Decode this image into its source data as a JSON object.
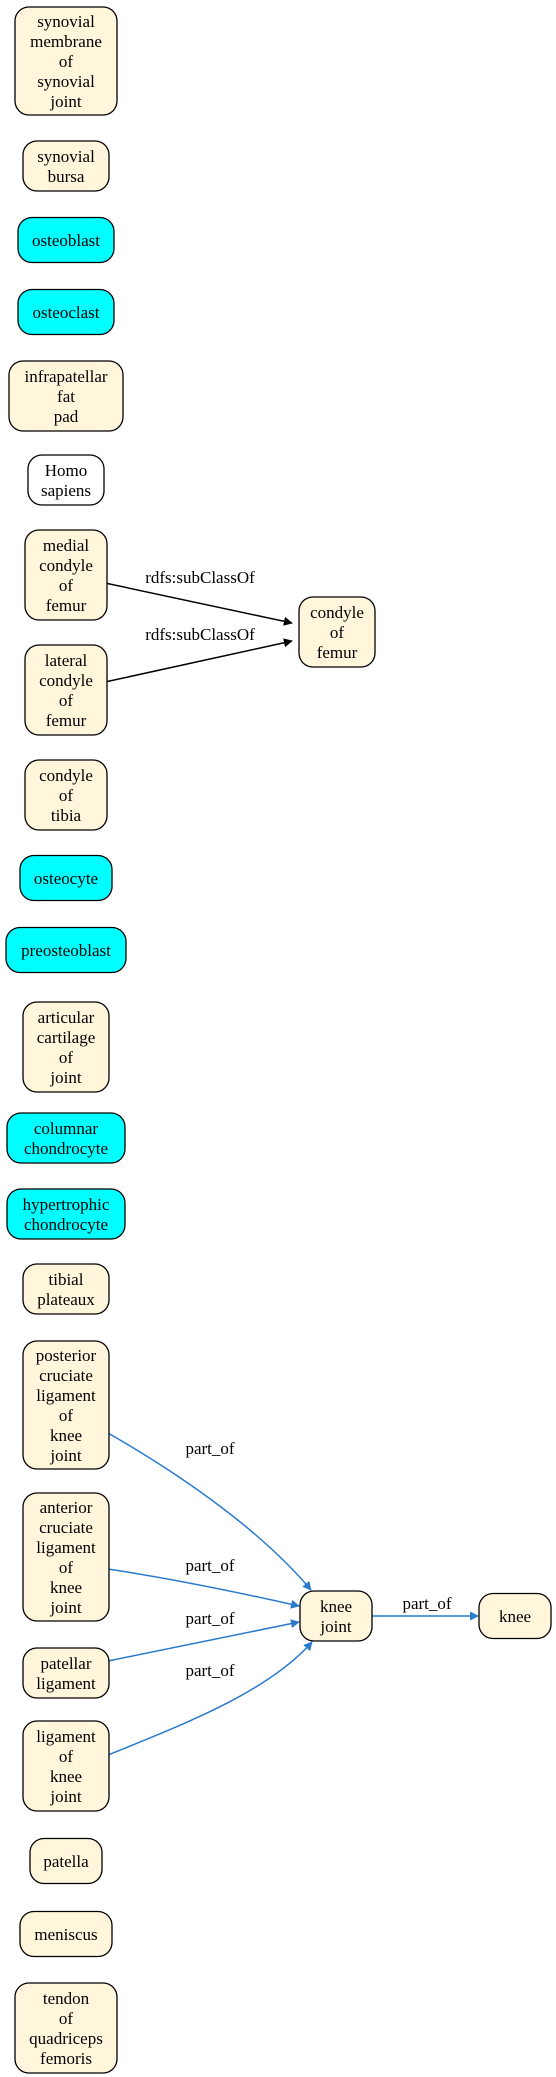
{
  "colors": {
    "anatomy_fill": "#fff6dc",
    "cell_fill": "#00ffff",
    "organism_fill": "#ffffff",
    "subclass_edge": "#000000",
    "part_of_edge": "#2a7acb"
  },
  "nodes": [
    {
      "id": "synovial-membrane",
      "kind": "anatomy",
      "lines": [
        "synovial",
        "membrane",
        "of",
        "synovial",
        "joint"
      ]
    },
    {
      "id": "synovial-bursa",
      "kind": "anatomy",
      "lines": [
        "synovial",
        "bursa"
      ]
    },
    {
      "id": "osteoblast",
      "kind": "cell",
      "lines": [
        "osteoblast"
      ]
    },
    {
      "id": "osteoclast",
      "kind": "cell",
      "lines": [
        "osteoclast"
      ]
    },
    {
      "id": "infrapatellar-fat-pad",
      "kind": "anatomy",
      "lines": [
        "infrapatellar",
        "fat",
        "pad"
      ]
    },
    {
      "id": "homo-sapiens",
      "kind": "organism",
      "lines": [
        "Homo",
        "sapiens"
      ]
    },
    {
      "id": "medial-condyle-of-femur",
      "kind": "anatomy",
      "lines": [
        "medial",
        "condyle",
        "of",
        "femur"
      ]
    },
    {
      "id": "lateral-condyle-of-femur",
      "kind": "anatomy",
      "lines": [
        "lateral",
        "condyle",
        "of",
        "femur"
      ]
    },
    {
      "id": "condyle-of-femur",
      "kind": "anatomy",
      "lines": [
        "condyle",
        "of",
        "femur"
      ]
    },
    {
      "id": "condyle-of-tibia",
      "kind": "anatomy",
      "lines": [
        "condyle",
        "of",
        "tibia"
      ]
    },
    {
      "id": "osteocyte",
      "kind": "cell",
      "lines": [
        "osteocyte"
      ]
    },
    {
      "id": "preosteoblast",
      "kind": "cell",
      "lines": [
        "preosteoblast"
      ]
    },
    {
      "id": "articular-cartilage-of-joint",
      "kind": "anatomy",
      "lines": [
        "articular",
        "cartilage",
        "of",
        "joint"
      ]
    },
    {
      "id": "columnar-chondrocyte",
      "kind": "cell",
      "lines": [
        "columnar",
        "chondrocyte"
      ]
    },
    {
      "id": "hypertrophic-chondrocyte",
      "kind": "cell",
      "lines": [
        "hypertrophic",
        "chondrocyte"
      ]
    },
    {
      "id": "tibial-plateaux",
      "kind": "anatomy",
      "lines": [
        "tibial",
        "plateaux"
      ]
    },
    {
      "id": "posterior-cruciate-ligament",
      "kind": "anatomy",
      "lines": [
        "posterior",
        "cruciate",
        "ligament",
        "of",
        "knee",
        "joint"
      ]
    },
    {
      "id": "anterior-cruciate-ligament",
      "kind": "anatomy",
      "lines": [
        "anterior",
        "cruciate",
        "ligament",
        "of",
        "knee",
        "joint"
      ]
    },
    {
      "id": "patellar-ligament",
      "kind": "anatomy",
      "lines": [
        "patellar",
        "ligament"
      ]
    },
    {
      "id": "ligament-of-knee-joint",
      "kind": "anatomy",
      "lines": [
        "ligament",
        "of",
        "knee",
        "joint"
      ]
    },
    {
      "id": "knee-joint",
      "kind": "anatomy",
      "lines": [
        "knee",
        "joint"
      ]
    },
    {
      "id": "knee",
      "kind": "anatomy",
      "lines": [
        "knee"
      ]
    },
    {
      "id": "patella",
      "kind": "anatomy",
      "lines": [
        "patella"
      ]
    },
    {
      "id": "meniscus",
      "kind": "anatomy",
      "lines": [
        "meniscus"
      ]
    },
    {
      "id": "tendon-of-quadriceps-femoris",
      "kind": "anatomy",
      "lines": [
        "tendon",
        "of",
        "quadriceps",
        "femoris"
      ]
    }
  ],
  "edges": [
    {
      "id": "medial-to-condyle",
      "from": "medial-condyle-of-femur",
      "to": "condyle-of-femur",
      "label": "rdfs:subClassOf",
      "kind": "subclass"
    },
    {
      "id": "lateral-to-condyle",
      "from": "lateral-condyle-of-femur",
      "to": "condyle-of-femur",
      "label": "rdfs:subClassOf",
      "kind": "subclass"
    },
    {
      "id": "pcl-to-knee-joint",
      "from": "posterior-cruciate-ligament",
      "to": "knee-joint",
      "label": "part_of",
      "kind": "part_of"
    },
    {
      "id": "acl-to-knee-joint",
      "from": "anterior-cruciate-ligament",
      "to": "knee-joint",
      "label": "part_of",
      "kind": "part_of"
    },
    {
      "id": "patellar-to-knee-joint",
      "from": "patellar-ligament",
      "to": "knee-joint",
      "label": "part_of",
      "kind": "part_of"
    },
    {
      "id": "ligament-to-knee-joint",
      "from": "ligament-of-knee-joint",
      "to": "knee-joint",
      "label": "part_of",
      "kind": "part_of"
    },
    {
      "id": "knee-joint-to-knee",
      "from": "knee-joint",
      "to": "knee",
      "label": "part_of",
      "kind": "part_of"
    }
  ]
}
